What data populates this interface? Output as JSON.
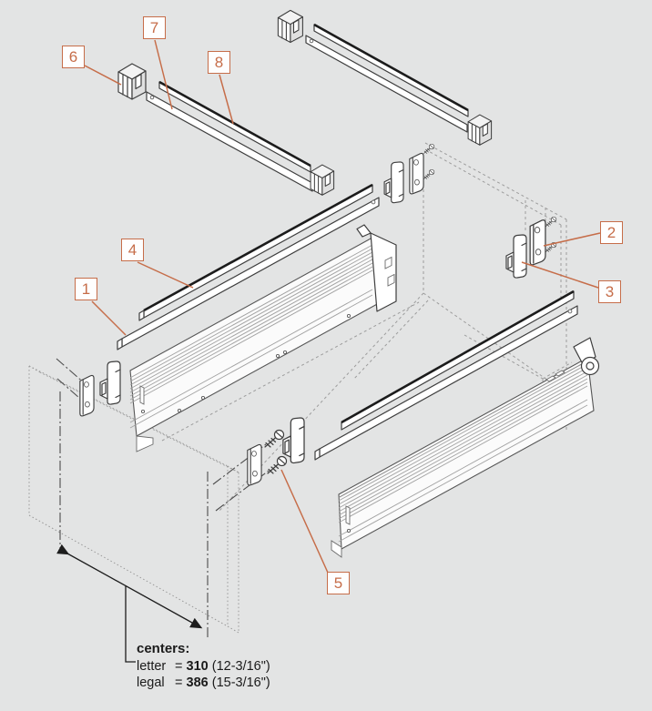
{
  "diagram": {
    "callouts": [
      {
        "id": "1",
        "label": "1"
      },
      {
        "id": "2",
        "label": "2"
      },
      {
        "id": "3",
        "label": "3"
      },
      {
        "id": "4",
        "label": "4"
      },
      {
        "id": "5",
        "label": "5"
      },
      {
        "id": "6",
        "label": "6"
      },
      {
        "id": "7",
        "label": "7"
      },
      {
        "id": "8",
        "label": "8"
      }
    ],
    "note": {
      "title": "centers:",
      "rows": [
        {
          "name": "letter",
          "operator": "=",
          "value": "310",
          "imperial": "(12-3/16\")"
        },
        {
          "name": "legal",
          "operator": "=",
          "value": "386",
          "imperial": "(15-3/16\")"
        }
      ]
    },
    "colors": {
      "accent": "#c66d49",
      "background": "#e3e4e4",
      "line": "#3e3e3e"
    }
  }
}
